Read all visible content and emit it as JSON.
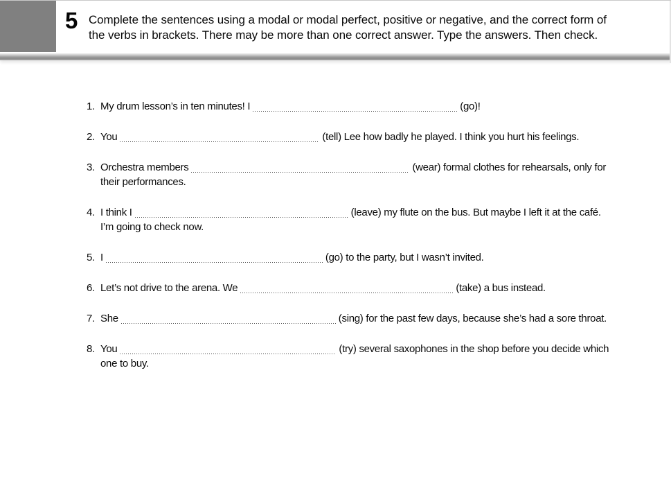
{
  "header": {
    "exercise_number": "5",
    "instructions_line1": "Complete the sentences using a modal or modal perfect, positive or negative, and the correct form of",
    "instructions_line2": "the verbs in brackets. There may be more than one correct answer. Type the answers. Then check."
  },
  "items": [
    {
      "num": "1.",
      "pre": "My drum lesson’s in ten minutes! I",
      "post": "(go)!"
    },
    {
      "num": "2.",
      "pre": "You",
      "post": "(tell) Lee how badly he played. I think you hurt his feelings."
    },
    {
      "num": "3.",
      "pre": "Orchestra members",
      "post": "(wear) formal clothes for rehearsals, only for",
      "post2": "their performances."
    },
    {
      "num": "4.",
      "pre": "I think I",
      "post": "(leave) my flute on the bus. But maybe I left it at the café.",
      "post2": "I’m going to check now."
    },
    {
      "num": "5.",
      "pre": "I",
      "post": "(go) to the party, but I wasn’t invited."
    },
    {
      "num": "6.",
      "pre": "Let’s not drive to the arena. We",
      "post": "(take) a bus instead."
    },
    {
      "num": "7.",
      "pre": "She",
      "post": "(sing) for the past few days, because she’s had a sore throat."
    },
    {
      "num": "8.",
      "pre": "You",
      "post": "(try) several saxophones in the shop before you decide which",
      "post2": "one to buy."
    }
  ],
  "answer_blanks": {
    "count": 8,
    "current_values": [
      "",
      "",
      "",
      "",
      "",
      "",
      "",
      ""
    ]
  },
  "colors": {
    "corner_tab_gray": "#808080",
    "divider_gray": "#8a8a8a",
    "text_black": "#0a0a0a",
    "dotted_line": "#3f3f3f"
  }
}
